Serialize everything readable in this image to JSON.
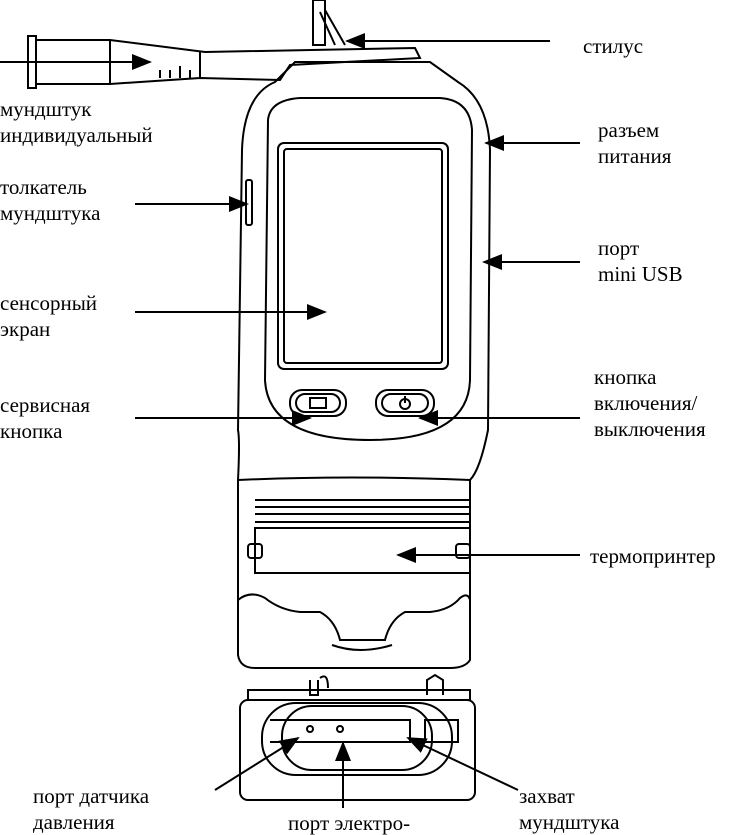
{
  "labels": {
    "stylus": "стилус",
    "mouthpiece": [
      "мундштук",
      "индивидуальный"
    ],
    "power_connector": [
      "разъем",
      "питания"
    ],
    "mouthpiece_pusher": [
      "толкатель",
      "мундштука"
    ],
    "usb_port": [
      "порт",
      "mini USB"
    ],
    "touch_screen": [
      "сенсорный",
      "экран"
    ],
    "power_button": [
      "кнопка",
      "включения/",
      "выключения"
    ],
    "service_button": [
      "сервисная",
      "кнопка"
    ],
    "thermal_printer": "термопринтер",
    "pressure_port": [
      "порт датчика",
      "давления"
    ],
    "electro_port": "порт электро-",
    "mouthpiece_grip": [
      "захват",
      "мундштука"
    ]
  }
}
